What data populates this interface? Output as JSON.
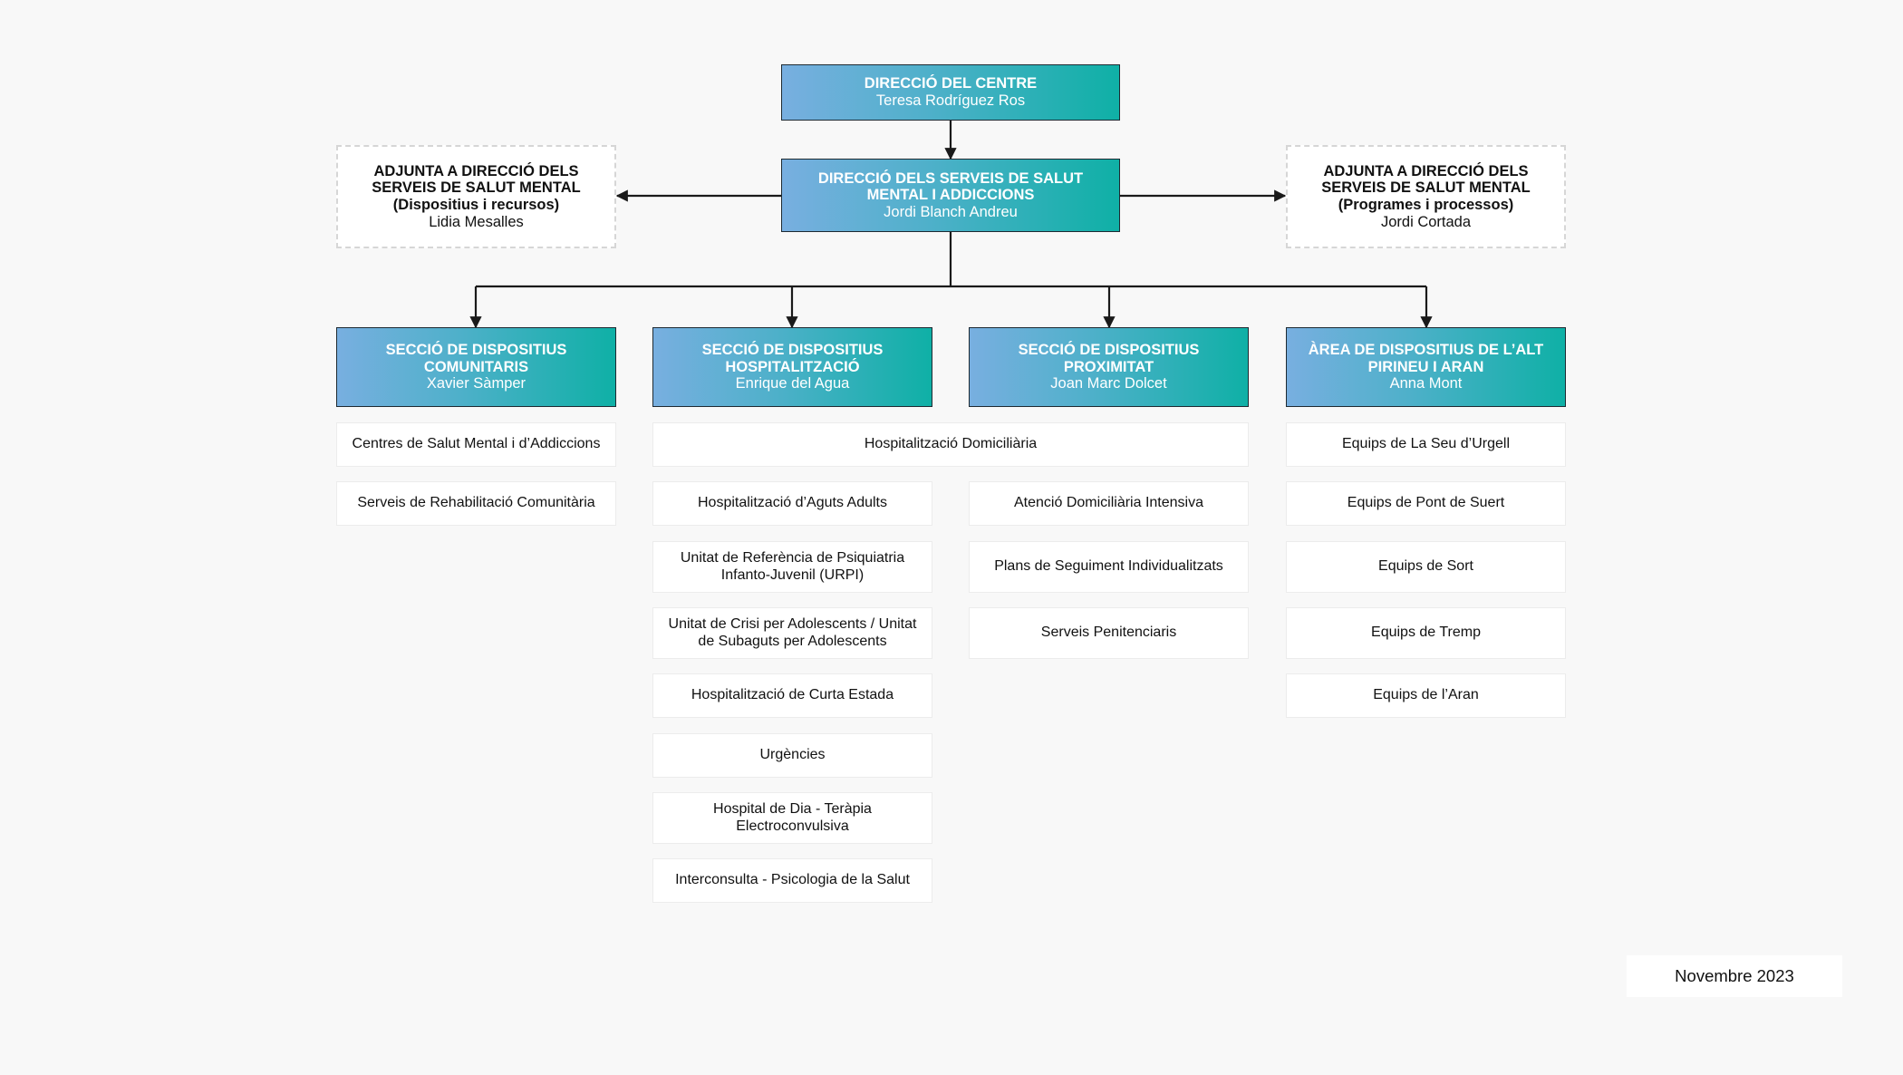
{
  "top": {
    "title": "DIRECCIÓ DEL CENTRE",
    "person": "Teresa Rodríguez Ros"
  },
  "main": {
    "title_l1": "DIRECCIÓ DELS SERVEIS DE SALUT",
    "title_l2": "MENTAL I ADDICCIONS",
    "person": "Jordi Blanch Andreu"
  },
  "adjunct_left": {
    "l1": "ADJUNTA A DIRECCIÓ DELS",
    "l2": "SERVEIS DE SALUT MENTAL",
    "l3": "(Dispositius i recursos)",
    "person": "Lidia Mesalles"
  },
  "adjunct_right": {
    "l1": "ADJUNTA A DIRECCIÓ DELS",
    "l2": "SERVEIS DE SALUT MENTAL",
    "l3": "(Programes i processos)",
    "person": "Jordi Cortada"
  },
  "sections": [
    {
      "l1": "SECCIÓ DE DISPOSITIUS",
      "l2": "COMUNITARIS",
      "person": "Xavier Sàmper"
    },
    {
      "l1": "SECCIÓ DE DISPOSITIUS",
      "l2": "HOSPITALITZACIÓ",
      "person": "Enrique del Agua"
    },
    {
      "l1": "SECCIÓ DE DISPOSITIUS",
      "l2": "PROXIMITAT",
      "person": "Joan Marc Dolcet"
    },
    {
      "l1": "ÀREA DE DISPOSITIUS DE L’ALT",
      "l2": "PIRINEU I ARAN",
      "person": "Anna Mont"
    }
  ],
  "shared_unit": "Hospitalització Domiciliària",
  "col1": [
    "Centres de Salut Mental i d’Addiccions",
    "Serveis de Rehabilitació Comunitària"
  ],
  "col2": [
    {
      "l1": "Hospitalització d’Aguts Adults"
    },
    {
      "l1": "Unitat de Referència de Psiquiatria",
      "l2": "Infanto-Juvenil (URPI)"
    },
    {
      "l1": "Unitat de Crisi per Adolescents / Unitat",
      "l2": "de Subaguts per Adolescents"
    },
    {
      "l1": "Hospitalització de Curta Estada"
    },
    {
      "l1": "Urgències"
    },
    {
      "l1": "Hospital de Dia - Teràpia",
      "l2": "Electroconvulsiva"
    },
    {
      "l1": "Interconsulta - Psicologia de la Salut"
    }
  ],
  "col3": [
    "Atenció Domiciliària Intensiva",
    "Plans de Seguiment Individualitzats",
    "Serveis Penitenciaris"
  ],
  "col4": [
    "Equips de La Seu d’Urgell",
    "Equips de Pont de Suert",
    "Equips de Sort",
    "Equips de Tremp",
    "Equips de l’Aran"
  ],
  "date": "Novembre 2023"
}
